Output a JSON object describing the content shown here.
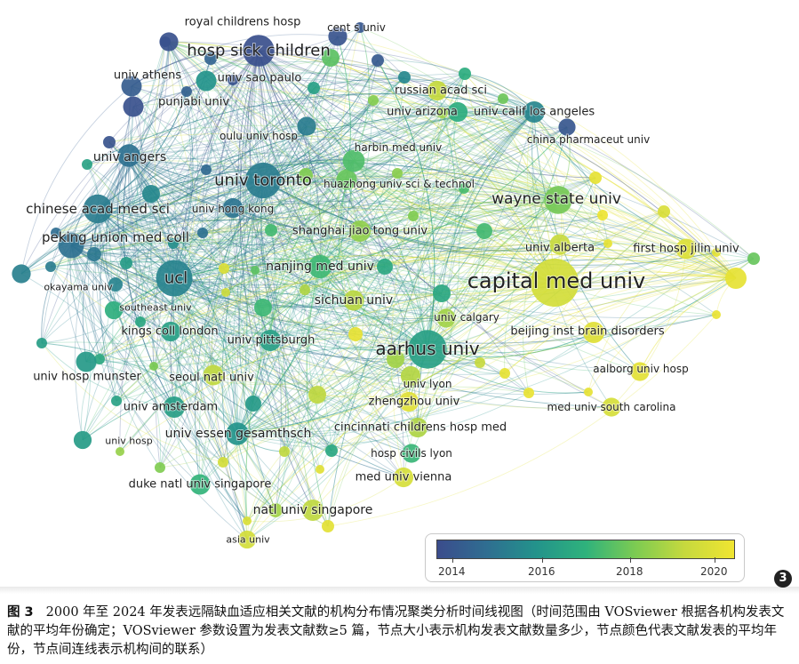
{
  "figure": {
    "number_label": "图 3",
    "caption": "2000 年至 2024 年发表远隔缺血适应相关文献的机构分布情况聚类分析时间线视图（时间范围由 VOSviewer 根据各机构发表文献的平均年份确定；VOSviewer 参数设置为发表文献数≥5 篇，节点大小表示机构发表文献数量多少，节点颜色代表文献发表的平均年份，节点间连线表示机构间的联系）",
    "panel_badge": "3"
  },
  "legend": {
    "ticks": [
      {
        "label": "2014",
        "value": 2014
      },
      {
        "label": "2016",
        "value": 2016
      },
      {
        "label": "2018",
        "value": 2018
      },
      {
        "label": "2020",
        "value": 2020
      }
    ],
    "min_year": 2013.2,
    "max_year": 2020.9
  },
  "chart_data": {
    "type": "network",
    "color_scale": {
      "min": 2013.2,
      "max": 2020.9,
      "stops": [
        "#3b4c8c",
        "#2f6e91",
        "#23938b",
        "#2fb27c",
        "#7ccb52",
        "#c6d93e",
        "#f0e531"
      ]
    },
    "nodes": [
      {
        "label": "royal childrens hosp",
        "year": 2013.4,
        "weight": 8
      },
      {
        "label": "cent s univ",
        "year": 2013.5,
        "weight": 8
      },
      {
        "label": "hosp sick children",
        "year": 2013.3,
        "weight": 30
      },
      {
        "label": "univ athens",
        "year": 2013.8,
        "weight": 10
      },
      {
        "label": "univ sao paulo",
        "year": 2015.8,
        "weight": 10
      },
      {
        "label": "russian acad sci",
        "year": 2019.6,
        "weight": 9
      },
      {
        "label": "punjabi univ",
        "year": 2013.4,
        "weight": 10
      },
      {
        "label": "univ arizona",
        "year": 2016.8,
        "weight": 9
      },
      {
        "label": "univ calif los angeles",
        "year": 2015.3,
        "weight": 11
      },
      {
        "label": "oulu univ hosp",
        "year": 2015.0,
        "weight": 8
      },
      {
        "label": "china pharmaceut univ",
        "year": 2013.6,
        "weight": 6
      },
      {
        "label": "harbin med univ",
        "year": 2017.6,
        "weight": 12
      },
      {
        "label": "univ angers",
        "year": 2014.6,
        "weight": 13
      },
      {
        "label": "univ toronto",
        "year": 2015.0,
        "weight": 40
      },
      {
        "label": "huazhong univ sci & technol",
        "year": 2018.0,
        "weight": 10
      },
      {
        "label": "wayne state univ",
        "year": 2018.2,
        "weight": 22
      },
      {
        "label": "chinese acad med sci",
        "year": 2015.0,
        "weight": 24
      },
      {
        "label": "univ hong kong",
        "year": 2014.7,
        "weight": 9
      },
      {
        "label": "shanghai jiao tong univ",
        "year": 2018.7,
        "weight": 11
      },
      {
        "label": "peking union med coll",
        "year": 2014.6,
        "weight": 18
      },
      {
        "label": "univ alberta",
        "year": 2019.7,
        "weight": 10
      },
      {
        "label": "first hosp jilin univ",
        "year": 2020.3,
        "weight": 10
      },
      {
        "label": "nanjing med univ",
        "year": 2017.3,
        "weight": 14
      },
      {
        "label": "ucl",
        "year": 2015.2,
        "weight": 42
      },
      {
        "label": "capital med univ",
        "year": 2020.0,
        "weight": 80
      },
      {
        "label": "okayama univ",
        "year": 2015.1,
        "weight": 8
      },
      {
        "label": "sichuan univ",
        "year": 2019.4,
        "weight": 10
      },
      {
        "label": "southeast univ",
        "year": 2016.9,
        "weight": 7
      },
      {
        "label": "univ calgary",
        "year": 2019.0,
        "weight": 8
      },
      {
        "label": "kings coll london",
        "year": 2016.3,
        "weight": 9
      },
      {
        "label": "beijing inst brain disorders",
        "year": 2020.4,
        "weight": 11
      },
      {
        "label": "univ pittsburgh",
        "year": 2016.3,
        "weight": 11
      },
      {
        "label": "aarhus univ",
        "year": 2016.3,
        "weight": 48
      },
      {
        "label": "aalborg univ hosp",
        "year": 2020.5,
        "weight": 8
      },
      {
        "label": "univ hosp munster",
        "year": 2016.0,
        "weight": 10
      },
      {
        "label": "seoul natl univ",
        "year": 2019.5,
        "weight": 10
      },
      {
        "label": "univ lyon",
        "year": 2019.3,
        "weight": 9
      },
      {
        "label": "zhengzhou univ",
        "year": 2020.4,
        "weight": 9
      },
      {
        "label": "med univ south carolina",
        "year": 2020.1,
        "weight": 8
      },
      {
        "label": "univ amsterdam",
        "year": 2016.2,
        "weight": 11
      },
      {
        "label": "cincinnati childrens hosp med",
        "year": 2019.2,
        "weight": 9
      },
      {
        "label": "univ hosp",
        "year": 2016.1,
        "weight": 7
      },
      {
        "label": "univ essen gesamthsch",
        "year": 2015.8,
        "weight": 13
      },
      {
        "label": "hosp civils lyon",
        "year": 2017.2,
        "weight": 8
      },
      {
        "label": "med univ vienna",
        "year": 2020.1,
        "weight": 9
      },
      {
        "label": "duke natl univ singapore",
        "year": 2017.1,
        "weight": 10
      },
      {
        "label": "natl univ singapore",
        "year": 2019.5,
        "weight": 11
      },
      {
        "label": "asia univ",
        "year": 2020.0,
        "weight": 7
      }
    ]
  }
}
